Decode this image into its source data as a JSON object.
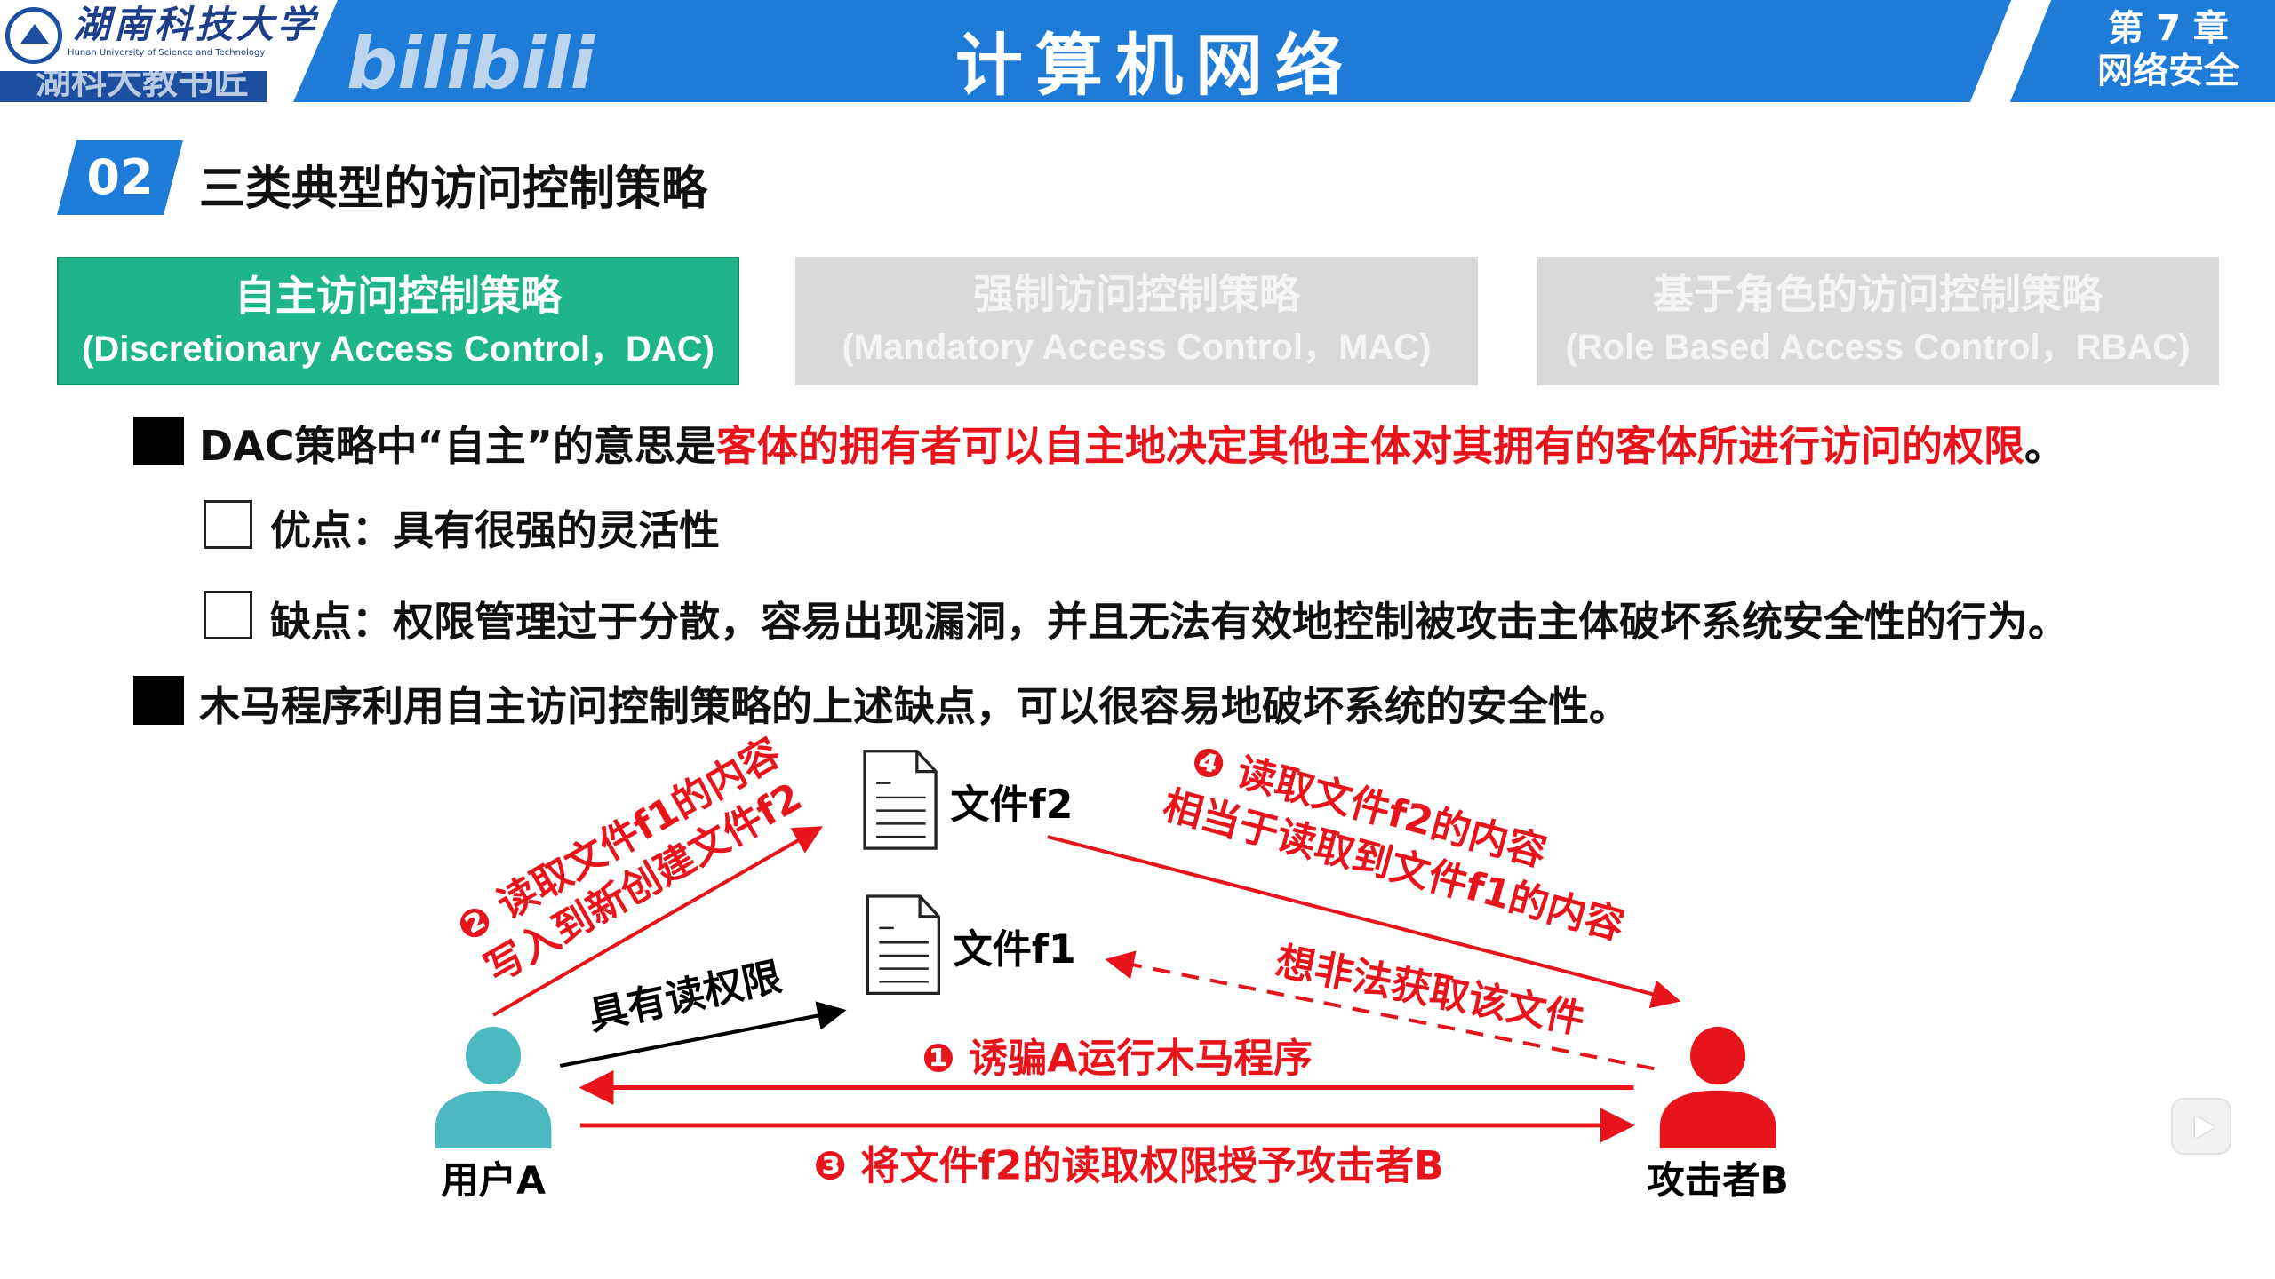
{
  "header": {
    "university_name": "湖南科技大学",
    "university_en": "Hunan University of Science and Technology",
    "watermark_channel": "湖科大教书匠",
    "watermark_site": "bilibili",
    "title": "计算机网络",
    "chapter": "第 7 章",
    "chapter_name": "网络安全"
  },
  "section": {
    "number": "02",
    "title": "三类典型的访问控制策略"
  },
  "tabs": [
    {
      "label": "自主访问控制策略",
      "sub": "(Discretionary Access Control，DAC)",
      "active": true
    },
    {
      "label": "强制访问控制策略",
      "sub": "(Mandatory Access Control，MAC)",
      "active": false
    },
    {
      "label": "基于角色的访问控制策略",
      "sub": "(Role Based Access Control，RBAC)",
      "active": false
    }
  ],
  "bullets": {
    "b1_prefix": "DAC策略中“自主”的意思是",
    "b1_highlight": "客体的拥有者可以自主地决定其他主体对其拥有的客体所进行访问的权限",
    "b1_end": "。",
    "pro": "优点：具有很强的灵活性",
    "con": "缺点：权限管理过于分散，容易出现漏洞，并且无法有效地控制被攻击主体破坏系统安全性的行为。",
    "b2": "木马程序利用自主访问控制策略的上述缺点，可以很容易地破坏系统的安全性。"
  },
  "diagram": {
    "user_a": "用户A",
    "attacker_b": "攻击者B",
    "file_f2": "文件f2",
    "file_f1": "文件f1",
    "step2_line1": "❷ 读取文件f1的内容",
    "step2_line2": "写入到新创建文件f2",
    "read_perm": "具有读权限",
    "step4_line1": "❹ 读取文件f2的内容",
    "step4_line2": "相当于读取到文件f1的内容",
    "illegal": "想非法获取该文件",
    "step1": "❶ 诱骗A运行木马程序",
    "step3": "❸ 将文件f2的读取权限授予攻击者B"
  },
  "colors": {
    "blue": "#1f7bd8",
    "green": "#1db589",
    "red": "#e8141c",
    "teal": "#4cb8c0"
  }
}
